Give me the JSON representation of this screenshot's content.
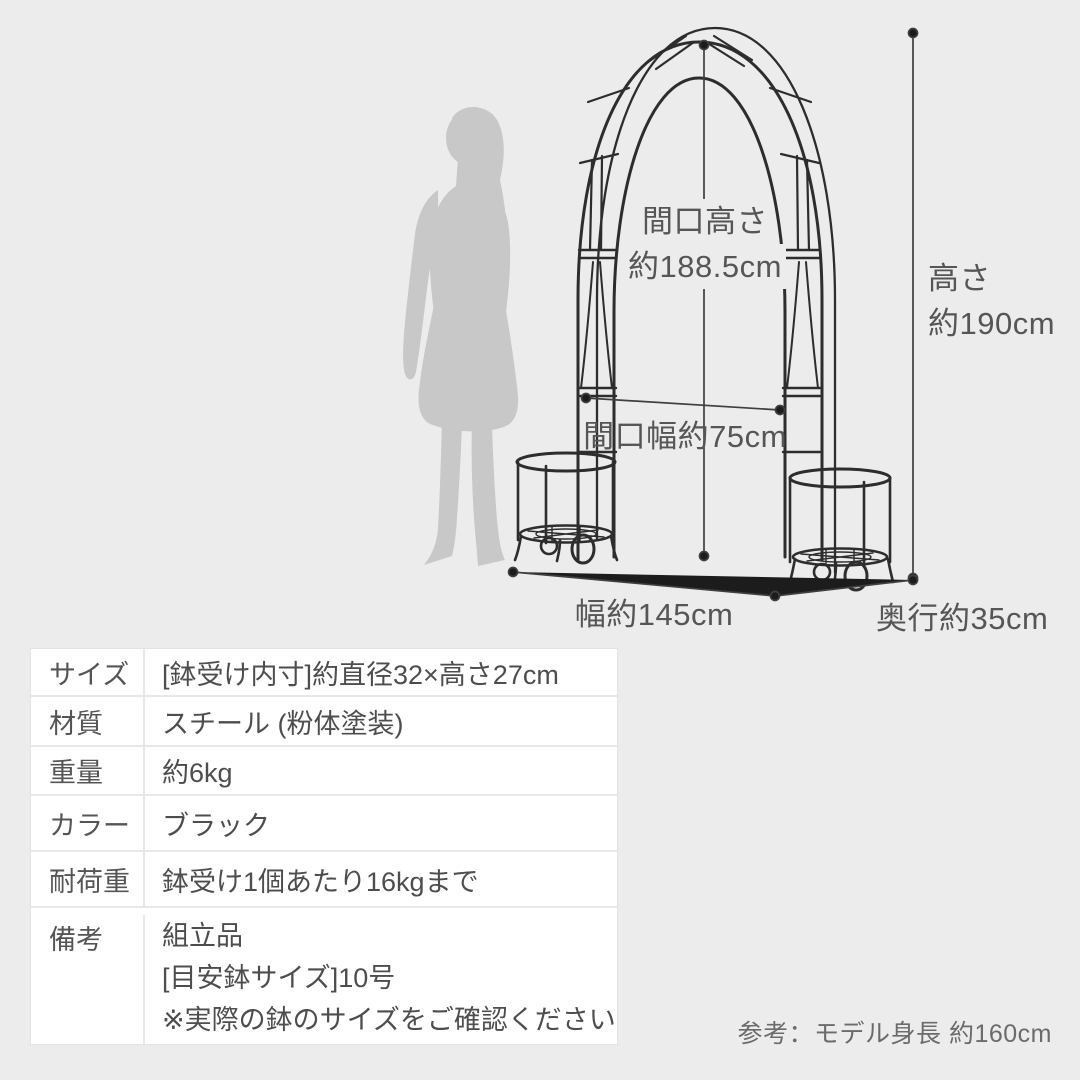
{
  "figure": {
    "dimensions": {
      "opening_height": {
        "line1": "間口高さ",
        "line2": "約188.5cm"
      },
      "total_height": {
        "line1": "高さ",
        "line2": "約190cm"
      },
      "opening_width": "間口幅約75cm",
      "total_width": "幅約145cm",
      "depth": "奥行約35cm"
    },
    "reference_note": "参考：モデル身長 約160cm"
  },
  "spec_table": {
    "rows": [
      {
        "label": "サイズ",
        "value": "[鉢受け内寸]約直径32×高さ27cm"
      },
      {
        "label": "材質",
        "value": "スチール (粉体塗装)"
      },
      {
        "label": "重量",
        "value": "約6kg"
      },
      {
        "label": "カラー",
        "value": "ブラック"
      },
      {
        "label": "耐荷重",
        "value": "鉢受け1個あたり16kgまで"
      },
      {
        "label": "備考",
        "lines": [
          "組立品",
          "[目安鉢サイズ]10号",
          "※実際の鉢のサイズをご確認ください"
        ]
      }
    ]
  },
  "colors": {
    "background": "#ececec",
    "drawing_line": "#2d2d2d",
    "dimension_line": "#3f3f3f",
    "dimension_text": "#565656",
    "silhouette": "#c8c8c8",
    "table_background": "#ffffff",
    "table_border": "#e8e8e8",
    "table_text": "#4d4d4d"
  }
}
